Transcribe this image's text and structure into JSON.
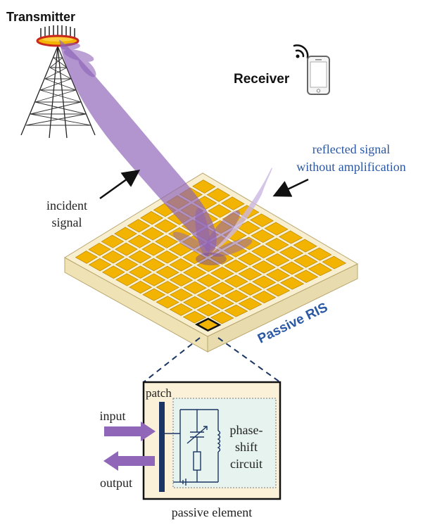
{
  "colors": {
    "patch_fill": "#f2b400",
    "patch_stroke": "#b07c00",
    "board_top": "#f7efcf",
    "board_side": "#efe3b5",
    "beam": "#8e63b8",
    "beam_light": "#b89ad6",
    "ris_label": "#2b58a3",
    "reflected_text": "#2b58a3",
    "circuit_bg": "#fbf1d8",
    "circuit_inner": "#e6f3ee",
    "patch_bar": "#1a3563",
    "io_arrow": "#8f66b8",
    "antenna_ring": "#c8281e",
    "antenna_top": "#f2b400"
  },
  "labels": {
    "transmitter": "Transmitter",
    "receiver": "Receiver",
    "incident_line1": "incident",
    "incident_line2": "signal",
    "reflected_line1": "reflected signal",
    "reflected_line2": "without amplification",
    "passive_ris": "Passive RIS",
    "patch": "patch",
    "input": "input",
    "output": "output",
    "phase_line1": "phase-",
    "phase_line2": "shift",
    "phase_line3": "circuit",
    "passive_element": "passive element"
  },
  "icons": {
    "tower": "transmitter-tower-icon",
    "phone": "smartphone-icon",
    "signal": "wifi-signal-icon"
  },
  "ris": {
    "rows": 10,
    "cols": 10,
    "highlighted_element": {
      "row": 9,
      "col": 0
    }
  }
}
